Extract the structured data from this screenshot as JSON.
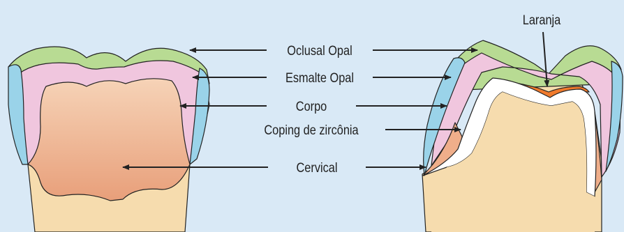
{
  "labels": {
    "oclusal_opal": "Oclusal Opal",
    "esmalte_opal": "Esmalte Opal",
    "corpo": "Corpo",
    "coping": "Coping de zircônia",
    "cervical": "Cervical",
    "laranja": "Laranja"
  },
  "colors": {
    "background": "#d9e9f6",
    "root": "#f6dcae",
    "oclusal_opal": "#b8db93",
    "esmalte_opal": "#f0c6de",
    "incisal_blue": "#9ad3e9",
    "corpo_light": "#f6d3b7",
    "corpo_dark": "#e89f7a",
    "coping": "#ffffff",
    "laranja": "#f07a2c",
    "cervical_right": "#efae8a",
    "line": "#222222"
  }
}
